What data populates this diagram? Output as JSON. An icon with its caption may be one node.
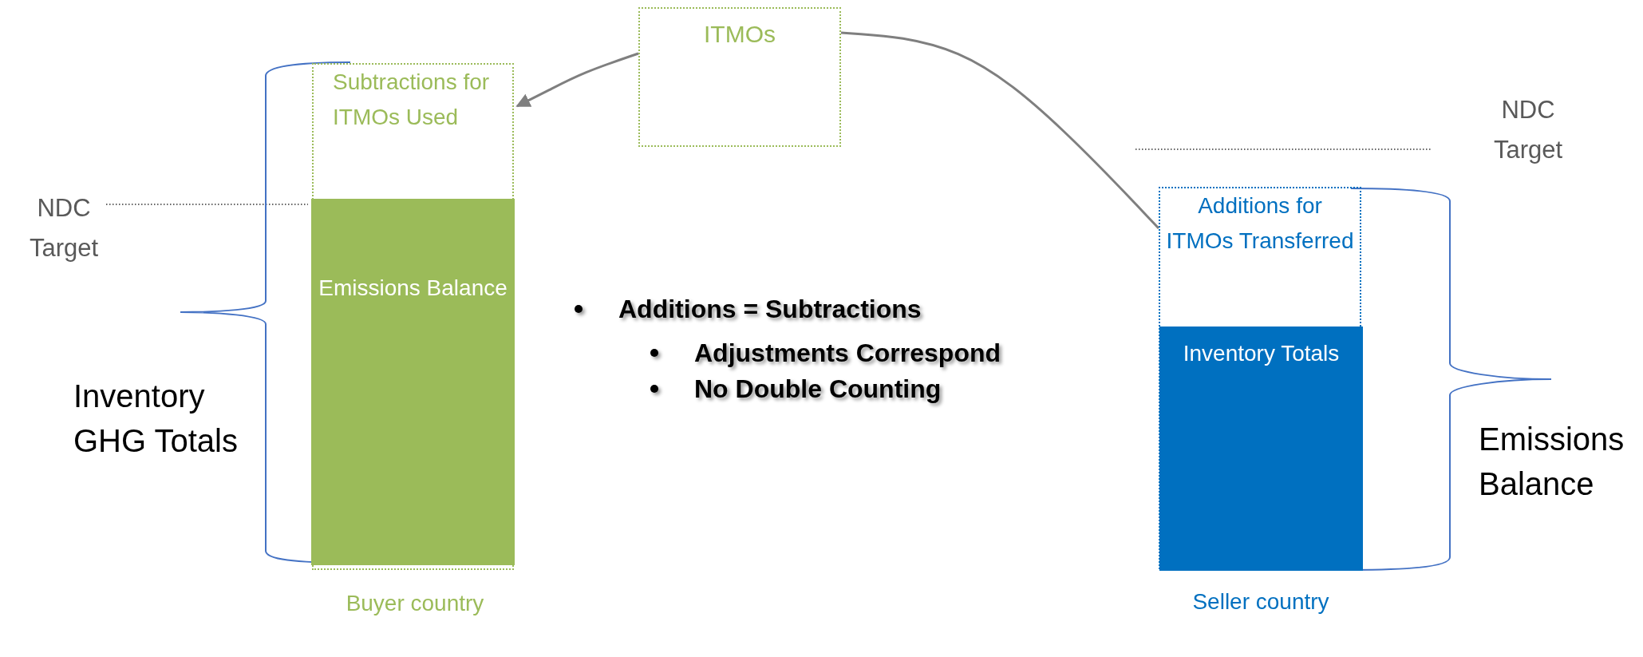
{
  "diagram": {
    "nodes": [
      {
        "text": [
          "ITMOs"
        ]
      },
      {
        "text": [
          "Subtractions for ITMOs Used"
        ],
        "beside": [
          "Buyer country"
        ]
      },
      {
        "text": [
          "Emissions Balance"
        ],
        "in": 1
      },
      {
        "text": [
          "Additions for ITMOs Transferred"
        ],
        "beside": [
          "Seller country"
        ]
      },
      {
        "text": [
          "Inventory Totals"
        ],
        "in": 3
      }
    ],
    "edges": [
      {
        "from": 0,
        "to": 1,
        "arrow": "to"
      },
      {
        "from": 0,
        "to": 3,
        "arrow": "none"
      }
    ],
    "labels": [
      "NDC Target",
      "Inventory GHG Totals",
      "Additions = Subtractions",
      "Adjustments Correspond",
      "No Double Counting",
      "NDC Target",
      "Emissions Balance"
    ]
  }
}
